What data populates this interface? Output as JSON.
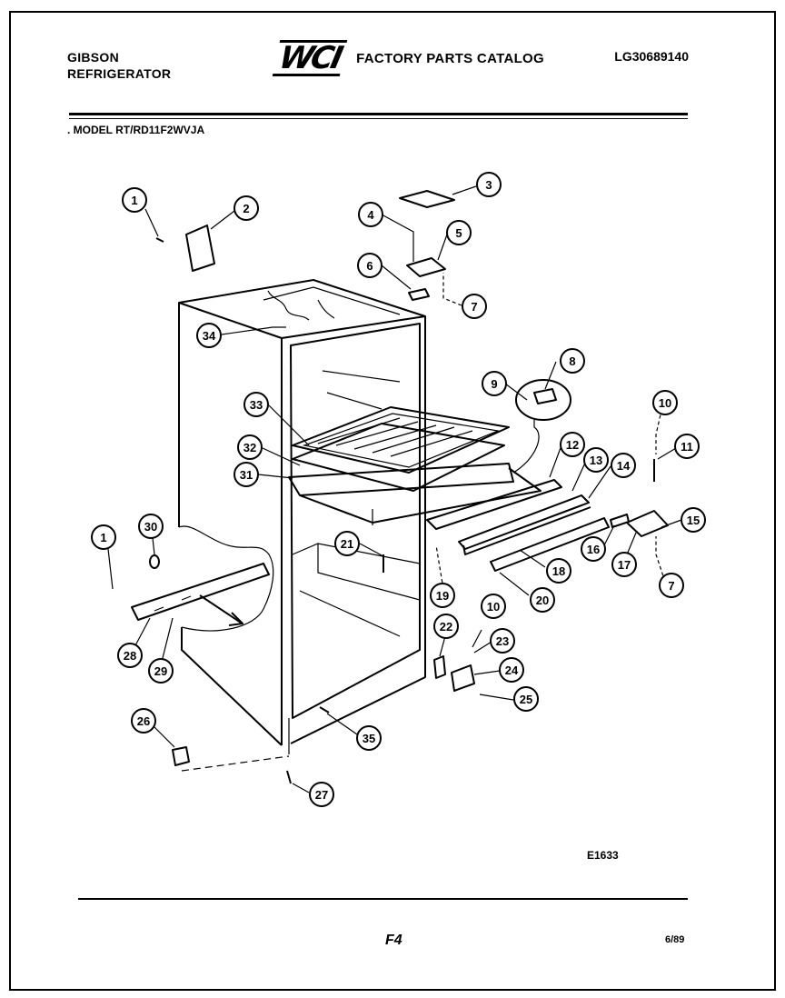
{
  "header": {
    "brand": "GIBSON",
    "product": "REFRIGERATOR",
    "logo": "WCI",
    "catalog_title": "FACTORY PARTS CATALOG",
    "catalog_number": "LG30689140",
    "model": ". MODEL RT/RD11F2WVJA"
  },
  "callouts": [
    {
      "num": "1"
    },
    {
      "num": "2"
    },
    {
      "num": "3"
    },
    {
      "num": "4"
    },
    {
      "num": "5"
    },
    {
      "num": "6"
    },
    {
      "num": "7"
    },
    {
      "num": "8"
    },
    {
      "num": "9"
    },
    {
      "num": "10"
    },
    {
      "num": "11"
    },
    {
      "num": "12"
    },
    {
      "num": "13"
    },
    {
      "num": "14"
    },
    {
      "num": "15"
    },
    {
      "num": "16"
    },
    {
      "num": "17"
    },
    {
      "num": "7"
    },
    {
      "num": "18"
    },
    {
      "num": "20"
    },
    {
      "num": "19"
    },
    {
      "num": "21"
    },
    {
      "num": "34"
    },
    {
      "num": "33"
    },
    {
      "num": "32"
    },
    {
      "num": "31"
    },
    {
      "num": "1"
    },
    {
      "num": "30"
    },
    {
      "num": "28"
    },
    {
      "num": "29"
    },
    {
      "num": "22"
    },
    {
      "num": "10"
    },
    {
      "num": "23"
    },
    {
      "num": "24"
    },
    {
      "num": "25"
    },
    {
      "num": "35"
    },
    {
      "num": "26"
    },
    {
      "num": "27"
    }
  ],
  "footer": {
    "drawing_code": "E1633",
    "page_code": "F4",
    "date": "6/89"
  }
}
